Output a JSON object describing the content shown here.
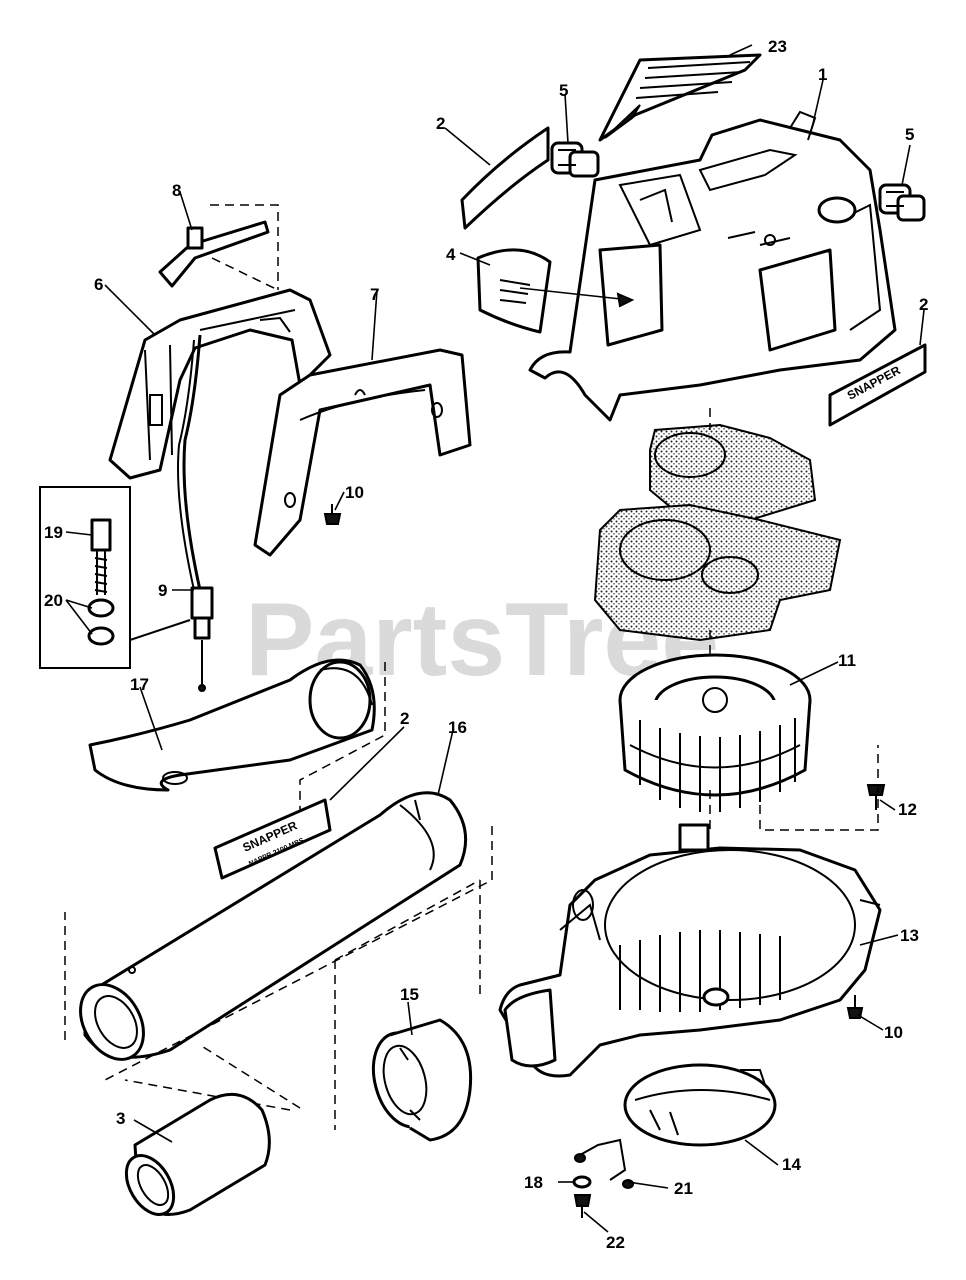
{
  "watermark": "PartsTree",
  "decal_text": {
    "brand": "SNAPPER",
    "model": "NAPPR 2100 MBS"
  },
  "labels": {
    "p1": "1",
    "p2a": "2",
    "p2b": "2",
    "p2c": "2",
    "p3": "3",
    "p4": "4",
    "p5a": "5",
    "p5b": "5",
    "p6": "6",
    "p7": "7",
    "p8": "8",
    "p9": "9",
    "p10a": "10",
    "p10b": "10",
    "p11": "11",
    "p12": "12",
    "p13": "13",
    "p14": "14",
    "p15": "15",
    "p16": "16",
    "p17": "17",
    "p18": "18",
    "p19": "19",
    "p20": "20",
    "p21": "21",
    "p22": "22",
    "p23": "23"
  }
}
